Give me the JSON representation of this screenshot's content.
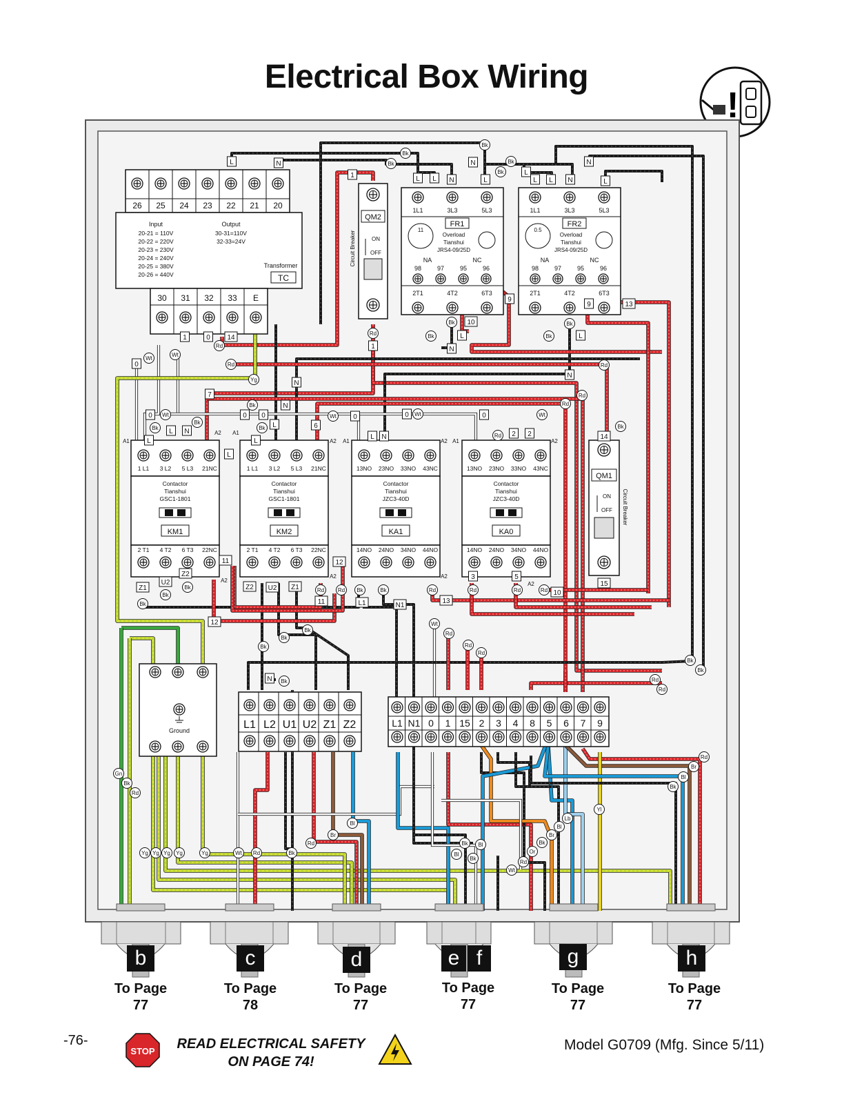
{
  "title": "Electrical Box Wiring",
  "footer": {
    "page_number": "-76-",
    "warning_line1": "READ ELECTRICAL SAFETY",
    "warning_line2": "ON PAGE 74!",
    "stop_label": "STOP",
    "model": "Model G0709 (Mfg. Since 5/11)"
  },
  "transformer": {
    "top_terminals": [
      "26",
      "25",
      "24",
      "23",
      "22",
      "21",
      "20"
    ],
    "bottom_terminals": [
      "30",
      "31",
      "32",
      "33",
      "E"
    ],
    "input_header": "Input",
    "output_header": "Output",
    "input_lines": [
      "20-21 = 110V",
      "20-22 = 220V",
      "20-23 = 230V",
      "20-24 = 240V",
      "20-25 = 380V",
      "20-26 = 440V"
    ],
    "output_lines": [
      "30-31=110V",
      "32-33=24V"
    ],
    "name": "Transformer",
    "id": "TC"
  },
  "breakers": [
    {
      "id": "QM2",
      "on": "ON",
      "off": "OFF",
      "label": "Circuit Breaker",
      "top_wire": "1",
      "bottom_wire": "1"
    },
    {
      "id": "QM1",
      "on": "ON",
      "off": "OFF",
      "label": "Circuit Breaker",
      "top_wire": "14",
      "bottom_wire": "15"
    }
  ],
  "overloads": [
    {
      "id": "FR1",
      "desc": [
        "Overload",
        "Tianshui",
        "JRS4-09/25D"
      ],
      "dial": "11",
      "top": [
        "1L1",
        "3L3",
        "5L3"
      ],
      "bottom": [
        "2T1",
        "4T2",
        "6T3"
      ],
      "na": "NA",
      "nc": "NC",
      "contacts": [
        "98",
        "97",
        "95",
        "96"
      ]
    },
    {
      "id": "FR2",
      "desc": [
        "Overload",
        "Tianshui",
        "JRS4-09/25D"
      ],
      "dial": "0.5",
      "top": [
        "1L1",
        "3L3",
        "5L3"
      ],
      "bottom": [
        "2T1",
        "4T2",
        "6T3"
      ],
      "na": "NA",
      "nc": "NC",
      "contacts": [
        "98",
        "97",
        "95",
        "96"
      ]
    }
  ],
  "contactors": [
    {
      "id": "KM1",
      "desc": [
        "Contactor",
        "Tianshui",
        "GSC1-1801"
      ],
      "top": [
        "1 L1",
        "3 L2",
        "5 L3",
        "21NC"
      ],
      "bottom": [
        "2 T1",
        "4 T2",
        "6 T3",
        "22NC"
      ]
    },
    {
      "id": "KM2",
      "desc": [
        "Contactor",
        "Tianshui",
        "GSC1-1801"
      ],
      "top": [
        "1 L1",
        "3 L2",
        "5 L3",
        "21NC"
      ],
      "bottom": [
        "2 T1",
        "4 T2",
        "6 T3",
        "22NC"
      ]
    },
    {
      "id": "KA1",
      "desc": [
        "Contactor",
        "Tianshui",
        "JZC3-40D"
      ],
      "top": [
        "13NO",
        "23NO",
        "33NO",
        "43NC"
      ],
      "bottom": [
        "14NO",
        "24NO",
        "34NO",
        "44NO"
      ]
    },
    {
      "id": "KA0",
      "desc": [
        "Contactor",
        "Tianshui",
        "JZC3-40D"
      ],
      "top": [
        "13NO",
        "23NO",
        "33NO",
        "43NC"
      ],
      "bottom": [
        "14NO",
        "24NO",
        "34NO",
        "44NO"
      ]
    }
  ],
  "ground_block": {
    "label": "Ground"
  },
  "power_terminals": [
    "L1",
    "L2",
    "U1",
    "U2",
    "Z1",
    "Z2"
  ],
  "control_terminals": [
    "L1",
    "N1",
    "0",
    "1",
    "15",
    "2",
    "3",
    "4",
    "8",
    "5",
    "6",
    "7",
    "9"
  ],
  "outputs": [
    {
      "letter": "b",
      "line1": "To Page",
      "line2": "77"
    },
    {
      "letter": "c",
      "line1": "To Page",
      "line2": "78"
    },
    {
      "letter": "d",
      "line1": "To Page",
      "line2": "77"
    },
    {
      "letter": "e",
      "line1": "To Page",
      "line2": "77"
    },
    {
      "letter": "f",
      "line1": "",
      "line2": ""
    },
    {
      "letter": "g",
      "line1": "To Page",
      "line2": "77"
    },
    {
      "letter": "h",
      "line1": "To Page",
      "line2": "77"
    }
  ],
  "wire_colors": {
    "red": "#d8262a",
    "black": "#1a1a1a",
    "green": "#3aa63f",
    "yellow": "#e6d21e",
    "blue": "#1a9ad6",
    "brown": "#8a5a3a",
    "orange": "#ec8a1e",
    "white": "#ffffff",
    "lightblue": "#9fd0ee",
    "yellowgreen": "#b8d334",
    "panel": "#eeeeee"
  },
  "tags": {
    "bk": "Bk",
    "rd": "Rd",
    "wt": "Wt",
    "yg": "Yg",
    "gn": "Gn",
    "bl": "Bl",
    "br": "Br",
    "or": "Or",
    "lb": "Lb",
    "yl": "Yl",
    "n": "N",
    "l": "L",
    "n1": "N1",
    "l1": "L1",
    "w0": "0",
    "w1": "1",
    "w2": "2",
    "w3": "3",
    "w5": "5",
    "w6": "6",
    "w7": "7",
    "w9": "9",
    "w10": "10",
    "w11": "11",
    "w12": "12",
    "w13": "13",
    "w14": "14",
    "w15": "15",
    "z1": "Z1",
    "z2": "Z2",
    "u2": "U2",
    "a1": "A1",
    "a2": "A2"
  }
}
